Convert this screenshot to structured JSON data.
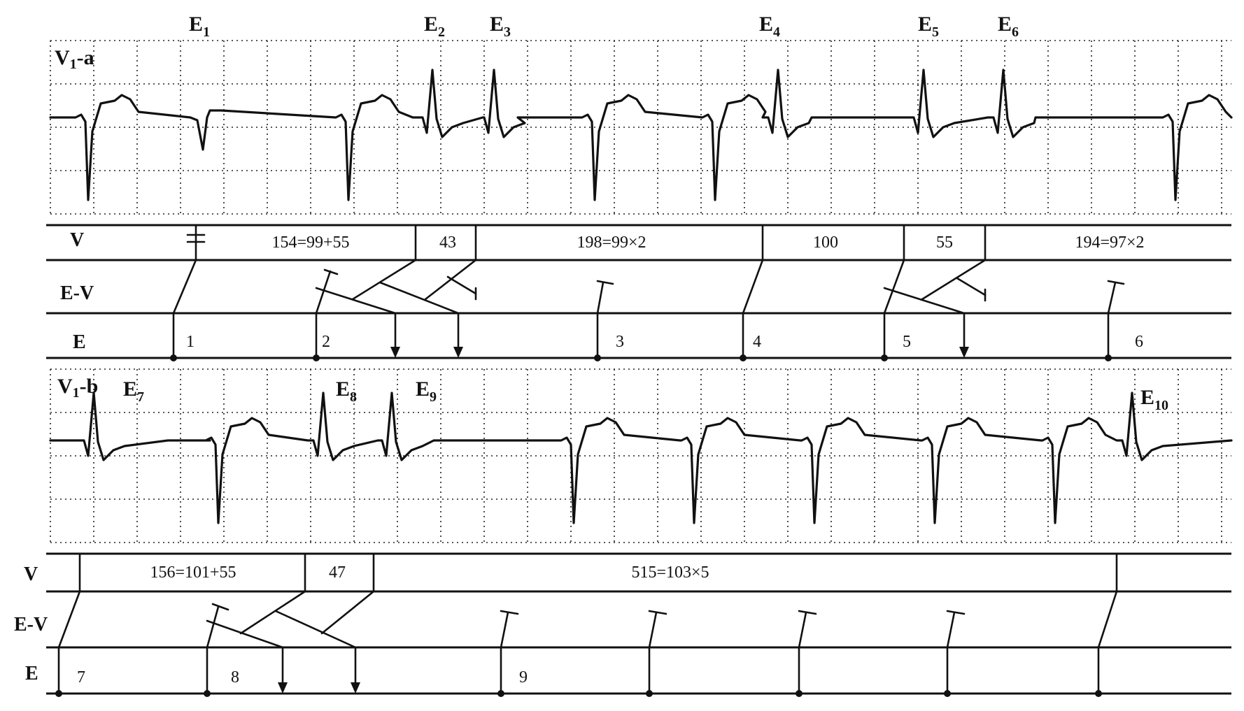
{
  "strip_a": {
    "lead": "V",
    "lead_sub": "1",
    "lead_suffix": "-a",
    "beats": [
      {
        "name": "E",
        "sub": "1"
      },
      {
        "name": "E",
        "sub": "2"
      },
      {
        "name": "E",
        "sub": "3"
      },
      {
        "name": "E",
        "sub": "4"
      },
      {
        "name": "E",
        "sub": "5"
      },
      {
        "name": "E",
        "sub": "6"
      }
    ]
  },
  "strip_b": {
    "lead": "V",
    "lead_sub": "1",
    "lead_suffix": "-b",
    "beats": [
      {
        "name": "E",
        "sub": "7"
      },
      {
        "name": "E",
        "sub": "8"
      },
      {
        "name": "E",
        "sub": "9"
      },
      {
        "name": "E",
        "sub": "10"
      }
    ]
  },
  "ladder_a": {
    "rows": [
      "V",
      "E-V",
      "E"
    ],
    "intervals": [
      "154=99+55",
      "43",
      "198=99×2",
      "100",
      "55",
      "194=97×2"
    ],
    "events": [
      "1",
      "2",
      "3",
      "4",
      "5",
      "6"
    ]
  },
  "ladder_b": {
    "rows": [
      "V",
      "E-V",
      "E"
    ],
    "intervals": [
      "156=101+55",
      "47",
      "515=103×5"
    ],
    "events": [
      "7",
      "8",
      "9"
    ]
  }
}
